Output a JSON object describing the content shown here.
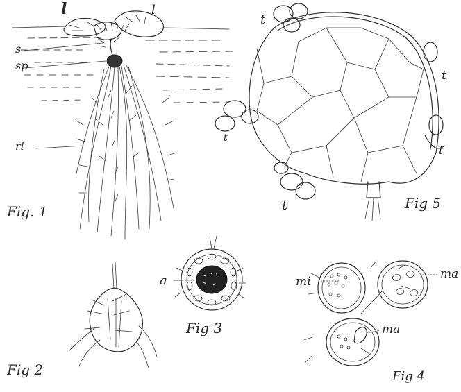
{
  "figures": {
    "fig1": {
      "caption": "Fig. 1",
      "labels": {
        "leaf_left": "l",
        "leaf_right": "l",
        "s": "s",
        "sp": "sp",
        "rl": "rl"
      }
    },
    "fig2": {
      "caption": "Fig 2"
    },
    "fig3": {
      "caption": "Fig 3",
      "labels": {
        "a": "a"
      }
    },
    "fig4": {
      "caption": "Fig 4",
      "labels": {
        "mi": "mi",
        "ma_top": "ma",
        "ma_bottom": "ma"
      }
    },
    "fig5": {
      "caption": "Fig 5",
      "labels": {
        "t_top_left": "t",
        "t_right_upper": "t",
        "t_right_lower": "t",
        "t_left": "t",
        "t_bottom": "t"
      }
    }
  }
}
